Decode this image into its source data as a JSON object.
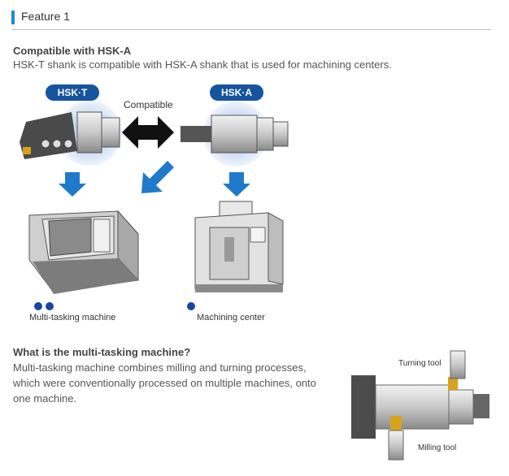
{
  "header": {
    "title": "Feature 1"
  },
  "section1": {
    "heading": "Compatible with HSK-A",
    "text": "HSK-T shank is compatible with HSK-A shank that is used for machining centers."
  },
  "figure1": {
    "badge_left": "HSK·T",
    "badge_right": "HSK·A",
    "compatible": "Compatible",
    "caption_left": "Multi-tasking machine",
    "caption_right": "Machining center",
    "accent_color": "#16549f",
    "arrow_color": "#1f7acb"
  },
  "section2": {
    "heading": "What is the multi-tasking machine?",
    "line1": "Multi-tasking machine combines milling and turning processes,",
    "line2": "which were conventionally processed on multiple machines, onto",
    "line3": "one machine."
  },
  "figure2": {
    "turning_label": "Turning tool",
    "milling_label": "Milling tool"
  }
}
